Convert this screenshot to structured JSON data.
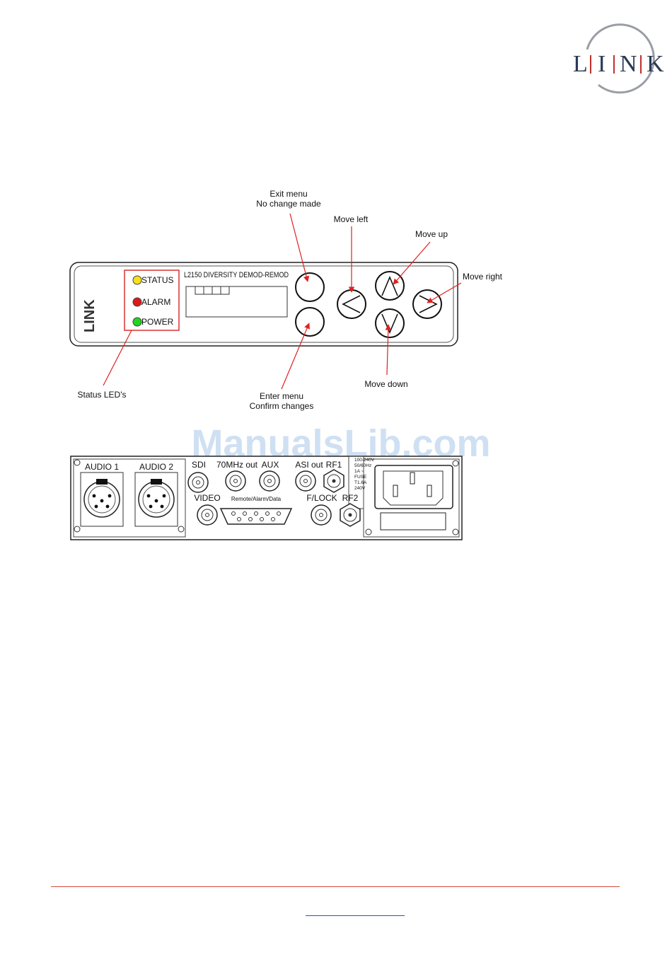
{
  "logo": {
    "letters": [
      "L",
      "I",
      "I",
      "N",
      "K"
    ]
  },
  "front_panel": {
    "model_label": "L2150 DIVERSITY DEMOD-REMOD",
    "side_logo": "LINK",
    "leds": [
      {
        "label": "STATUS",
        "color": "#f5e11a"
      },
      {
        "label": "ALARM",
        "color": "#e01818"
      },
      {
        "label": "POWER",
        "color": "#22d322"
      }
    ],
    "led_box_color": "#d83030",
    "callouts": {
      "exit_menu_1": "Exit menu",
      "exit_menu_2": "No change made",
      "move_left": "Move left",
      "move_up": "Move up",
      "move_right": "Move right",
      "move_down": "Move down",
      "enter_menu_1": "Enter menu",
      "enter_menu_2": "Confirm changes",
      "status_leds": "Status LED's"
    },
    "arrow_color": "#e02020"
  },
  "watermark": "ManualsLib.com",
  "rear_panel": {
    "audio1": "AUDIO 1",
    "audio2": "AUDIO 2",
    "sdi": "SDI",
    "mhz70": "70MHz out",
    "aux": "AUX",
    "asi": "ASI out",
    "rf1": "RF1",
    "video": "VIDEO",
    "remote": "Remote/Alarm/Data",
    "flock": "F/LOCK",
    "rf2": "RF2",
    "power_spec": [
      "100-240V",
      "50/60Hz",
      "1A ~",
      "FUSE",
      "T1.6A",
      "240V"
    ]
  },
  "footer": {
    "rule_color": "#d24a3c",
    "link_color": "#2a4bd8"
  }
}
